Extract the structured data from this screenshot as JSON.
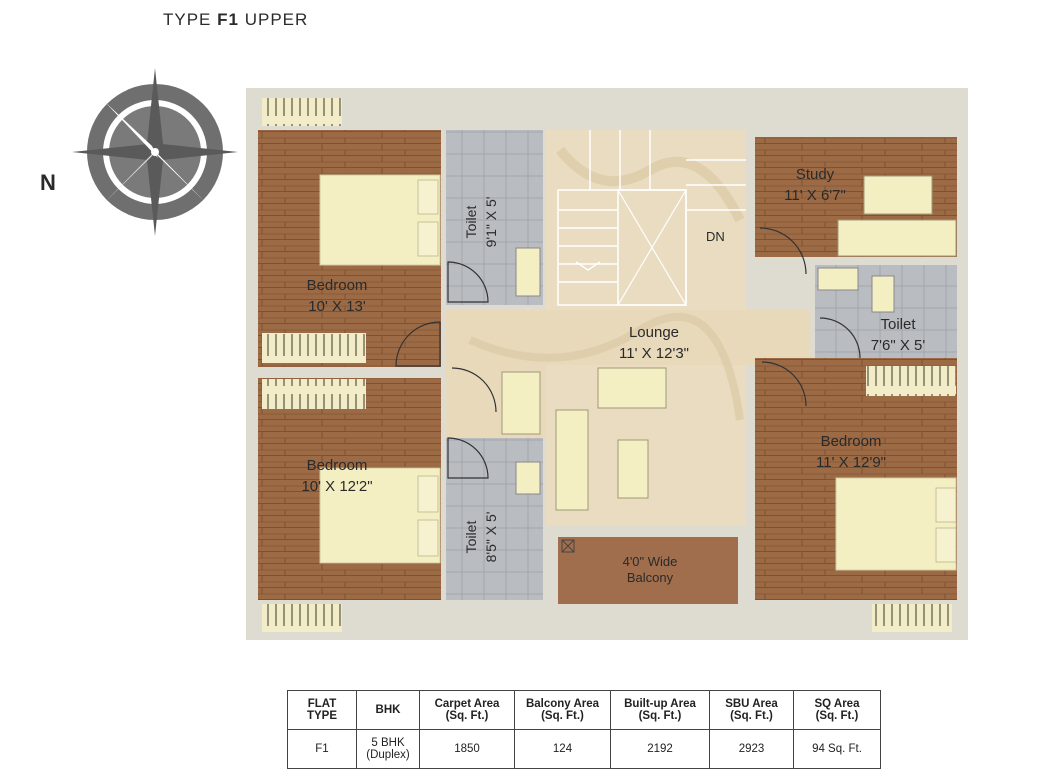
{
  "title": {
    "prefix": "TYPE",
    "type": "F1",
    "level": "UPPER"
  },
  "compass": {
    "north_label": "N"
  },
  "rooms": {
    "bedroom_left_top": {
      "name": "Bedroom",
      "size": "10' X 13'"
    },
    "bedroom_left_bottom": {
      "name": "Bedroom",
      "size": "10' X 12'2\""
    },
    "toilet_top": {
      "name": "Toilet",
      "size": "9'1\" X 5'"
    },
    "toilet_bottom": {
      "name": "Toilet",
      "size": "8'5\" X 5'"
    },
    "lounge": {
      "name": "Lounge",
      "size": "11' X 12'3\""
    },
    "study": {
      "name": "Study",
      "size": "11' X 6'7\""
    },
    "toilet_right": {
      "name": "Toilet",
      "size": "7'6\" X 5'"
    },
    "bedroom_right": {
      "name": "Bedroom",
      "size": "11' X 12'9\""
    },
    "balcony": {
      "line1": "4'0\" Wide",
      "line2": "Balcony"
    },
    "stair_label": "DN"
  },
  "area_table": {
    "headers": [
      [
        "FLAT",
        "TYPE"
      ],
      [
        "BHK"
      ],
      [
        "Carpet Area",
        "(Sq. Ft.)"
      ],
      [
        "Balcony Area",
        "(Sq. Ft.)"
      ],
      [
        "Built-up Area",
        "(Sq. Ft.)"
      ],
      [
        "SBU Area",
        "(Sq. Ft.)"
      ],
      [
        "SQ Area",
        "(Sq. Ft.)"
      ]
    ],
    "row": [
      [
        "F1"
      ],
      [
        "5 BHK",
        "(Duplex)"
      ],
      [
        "1850"
      ],
      [
        "124"
      ],
      [
        "2192"
      ],
      [
        "2923"
      ],
      [
        "94 Sq. Ft."
      ]
    ]
  },
  "colors": {
    "wood": "#9c6a45",
    "wall": "#e3e0d6",
    "marble": "#e9dcc0",
    "tile": "#b9bcc0",
    "bed": "#f3efc3",
    "balcony": "#a06e4c"
  }
}
